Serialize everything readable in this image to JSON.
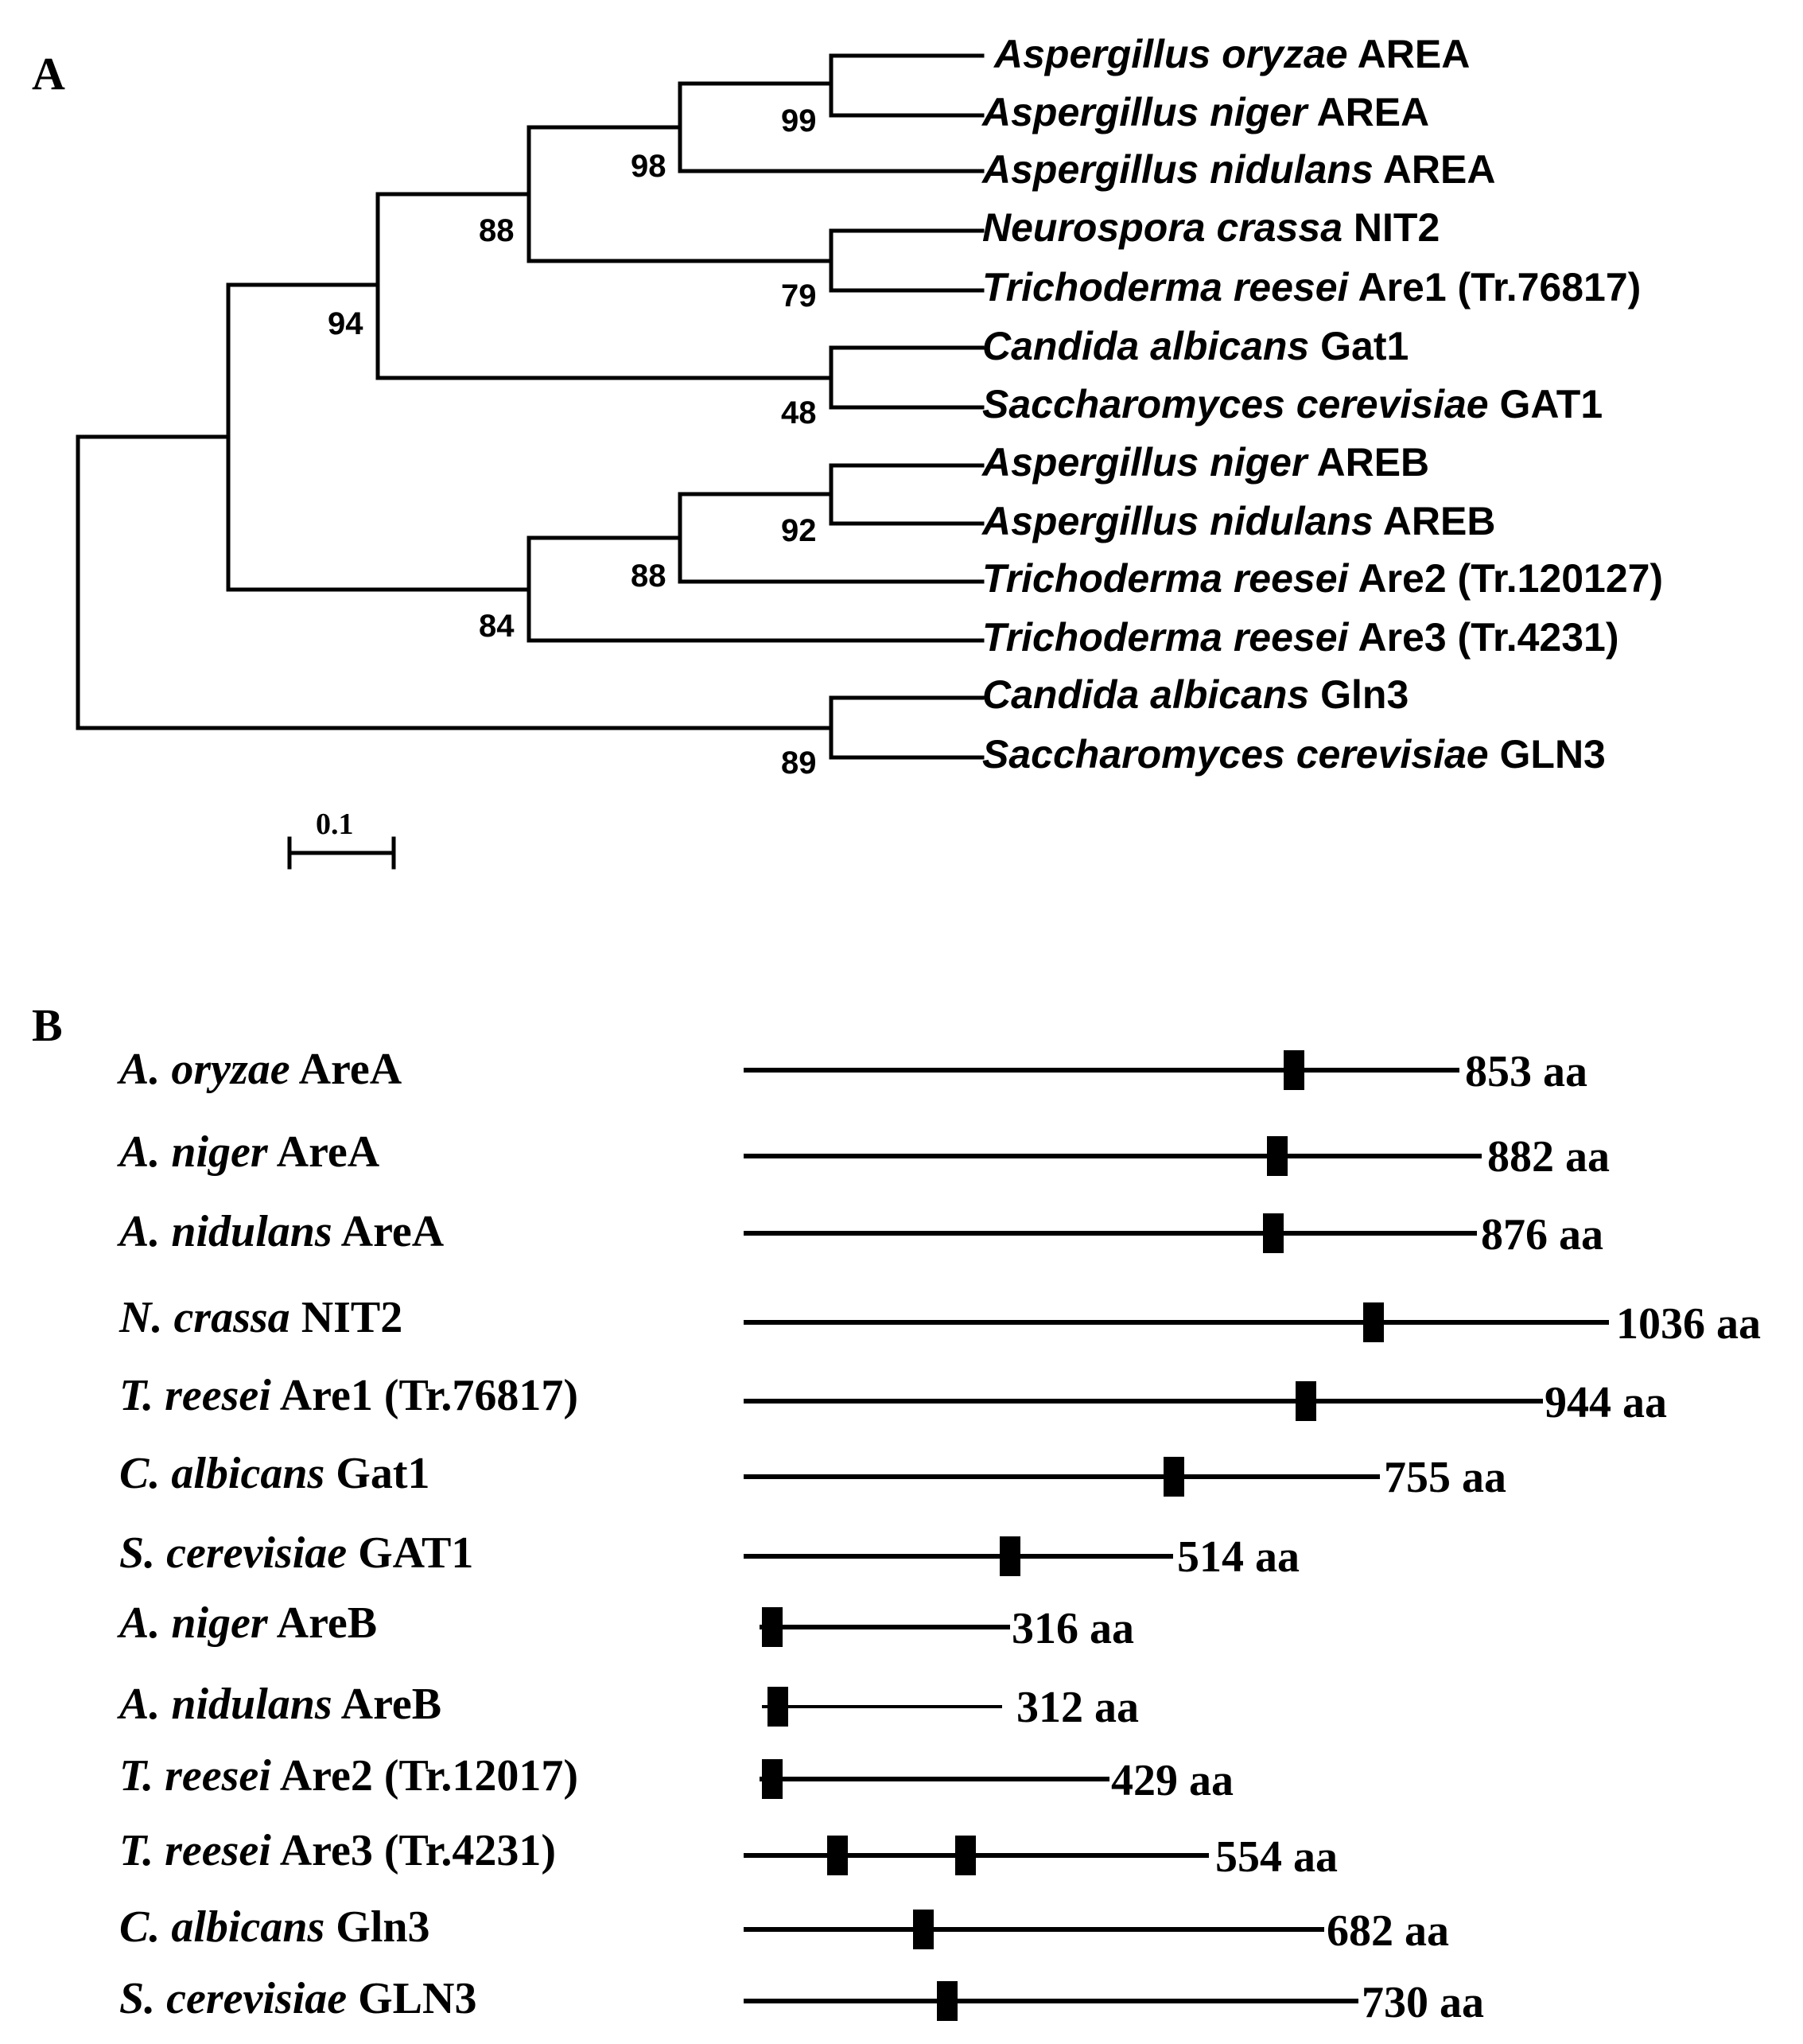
{
  "panelA": {
    "label": "A",
    "leaves": [
      {
        "species": "Aspergillus oryzae",
        "gene": "AREA"
      },
      {
        "species": "Aspergillus niger",
        "gene": "AREA"
      },
      {
        "species": "Aspergillus nidulans",
        "gene": "AREA"
      },
      {
        "species": "Neurospora crassa",
        "gene": "NIT2"
      },
      {
        "species": "Trichoderma reesei",
        "gene": "Are1 (Tr.76817)"
      },
      {
        "species": "Candida albicans",
        "gene": "Gat1"
      },
      {
        "species": "Saccharomyces cerevisiae",
        "gene": "GAT1"
      },
      {
        "species": "Aspergillus niger",
        "gene": "AREB"
      },
      {
        "species": "Aspergillus nidulans",
        "gene": "AREB"
      },
      {
        "species": "Trichoderma reesei",
        "gene": "Are2 (Tr.120127)"
      },
      {
        "species": "Trichoderma reesei",
        "gene": "Are3 (Tr.4231)"
      },
      {
        "species": "Candida albicans",
        "gene": "Gln3"
      },
      {
        "species": "Saccharomyces cerevisiae",
        "gene": "GLN3"
      }
    ],
    "bootstrap": [
      "99",
      "98",
      "88",
      "79",
      "94",
      "48",
      "92",
      "88",
      "84",
      "89"
    ],
    "scale_bar": "0.1"
  },
  "panelB": {
    "label": "B",
    "proteins": [
      {
        "species": "A. oryzae",
        "name": "AreA",
        "length": "853 aa"
      },
      {
        "species": "A. niger",
        "name": "AreA",
        "length": "882 aa"
      },
      {
        "species": "A. nidulans",
        "name": "AreA",
        "length": "876 aa"
      },
      {
        "species": "N. crassa",
        "name": "NIT2",
        "length": "1036 aa"
      },
      {
        "species": "T. reesei",
        "name": "Are1 (Tr.76817)",
        "length": "944 aa"
      },
      {
        "species": "C. albicans",
        "name": "Gat1",
        "length": "755 aa"
      },
      {
        "species": "S. cerevisiae",
        "name": "GAT1",
        "length": "514 aa"
      },
      {
        "species": "A. niger",
        "name": "AreB",
        "length": "316 aa"
      },
      {
        "species": "A. nidulans",
        "name": "AreB",
        "length": "312 aa"
      },
      {
        "species": "T. reesei",
        "name": "Are2 (Tr.12017)",
        "length": "429 aa"
      },
      {
        "species": "T. reesei",
        "name": "Are3 (Tr.4231)",
        "length": "554 aa"
      },
      {
        "species": "C. albicans",
        "name": "Gln3",
        "length": "682 aa"
      },
      {
        "species": "S. cerevisiae",
        "name": "GLN3",
        "length": "730 aa"
      }
    ]
  }
}
